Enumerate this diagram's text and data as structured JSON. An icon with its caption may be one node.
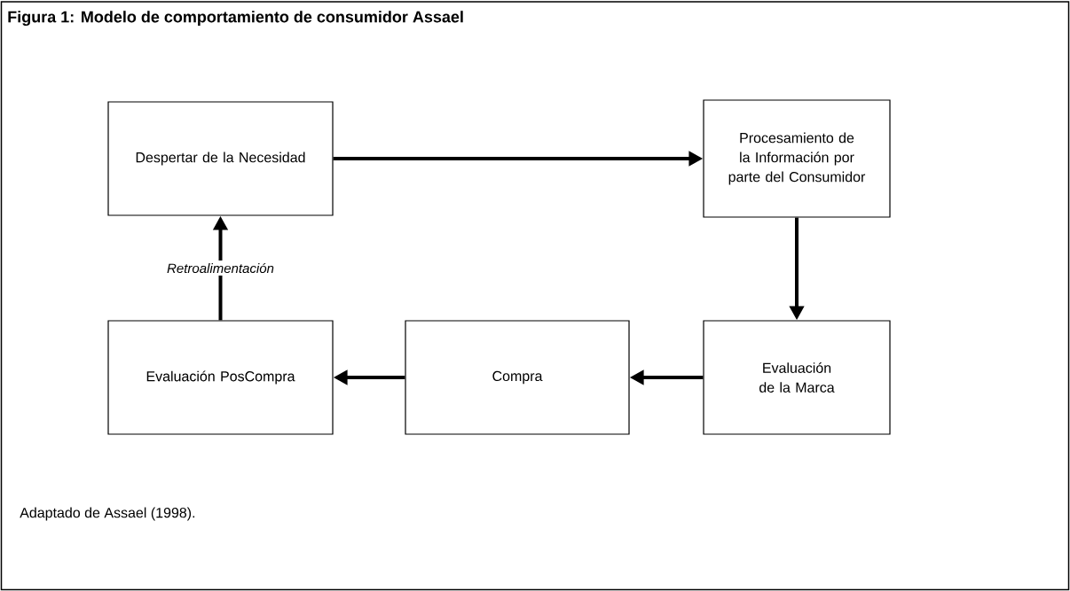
{
  "diagram": {
    "title": "Figura 1: Modelo de comportamiento de consumidor Assael",
    "caption": "Adaptado de Assael (1998).",
    "nodes": [
      {
        "text": [
          "Despertar de la Necesidad"
        ]
      },
      {
        "text": [
          "Procesamiento de la Información por parte del Consumidor"
        ]
      },
      {
        "text": [
          "Evaluación de la Marca"
        ]
      },
      {
        "text": [
          "Compra"
        ]
      },
      {
        "text": [
          "Evaluación PosCompra"
        ]
      }
    ],
    "edges": [
      {
        "from": 0,
        "to": 1,
        "arrow": "to"
      },
      {
        "from": 1,
        "to": 2,
        "arrow": "to"
      },
      {
        "from": 2,
        "to": 3,
        "arrow": "to"
      },
      {
        "from": 3,
        "to": 4,
        "arrow": "to"
      },
      {
        "from": 4,
        "to": 0,
        "arrow": "to",
        "label": "Retroalimentación"
      }
    ]
  }
}
